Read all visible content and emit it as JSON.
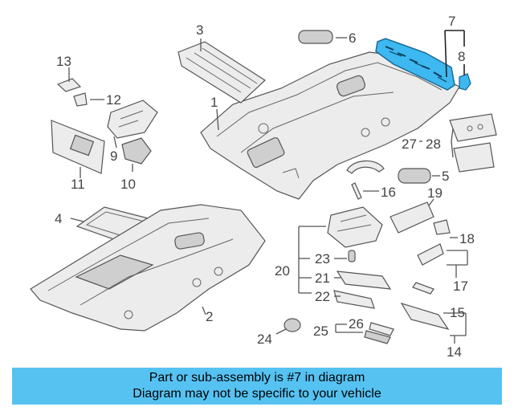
{
  "diagram": {
    "callouts": {
      "c1": "1",
      "c2": "2",
      "c3": "3",
      "c4": "4",
      "c5": "5",
      "c6": "6",
      "c7": "7",
      "c8": "8",
      "c9": "9",
      "c10": "10",
      "c11": "11",
      "c12": "12",
      "c13": "13",
      "c14": "14",
      "c15": "15",
      "c16": "16",
      "c17": "17",
      "c18": "18",
      "c19": "19",
      "c20": "20",
      "c21": "21",
      "c22": "22",
      "c23": "23",
      "c24": "24",
      "c25": "25",
      "c26": "26",
      "c27": "27",
      "c28": "28"
    },
    "highlighted_part": "7",
    "colors": {
      "highlight_fill": "#3db8f0",
      "banner_bg": "#56c2f2",
      "part_outline": "#555555",
      "part_fill": "#ececec"
    }
  },
  "banner": {
    "line1": "Part or sub-assembly is #7 in diagram",
    "line2": "Diagram may not be specific to your vehicle"
  }
}
